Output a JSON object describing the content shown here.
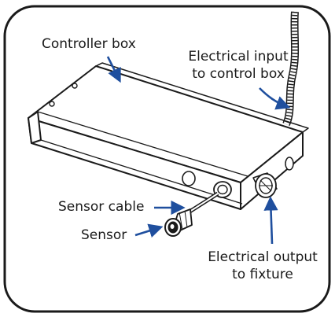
{
  "labels": {
    "controller_box": "Controller box",
    "electrical_input_line1": "Electrical input",
    "electrical_input_line2": "to control box",
    "sensor_cable": "Sensor cable",
    "sensor": "Sensor",
    "electrical_output_line1": "Electrical output",
    "electrical_output_line2": "to fixture"
  },
  "colors": {
    "arrow": "#1f4f9e",
    "outline": "#1a1a1a",
    "border": "#1a1a1a",
    "box_fill": "#ffffff"
  }
}
